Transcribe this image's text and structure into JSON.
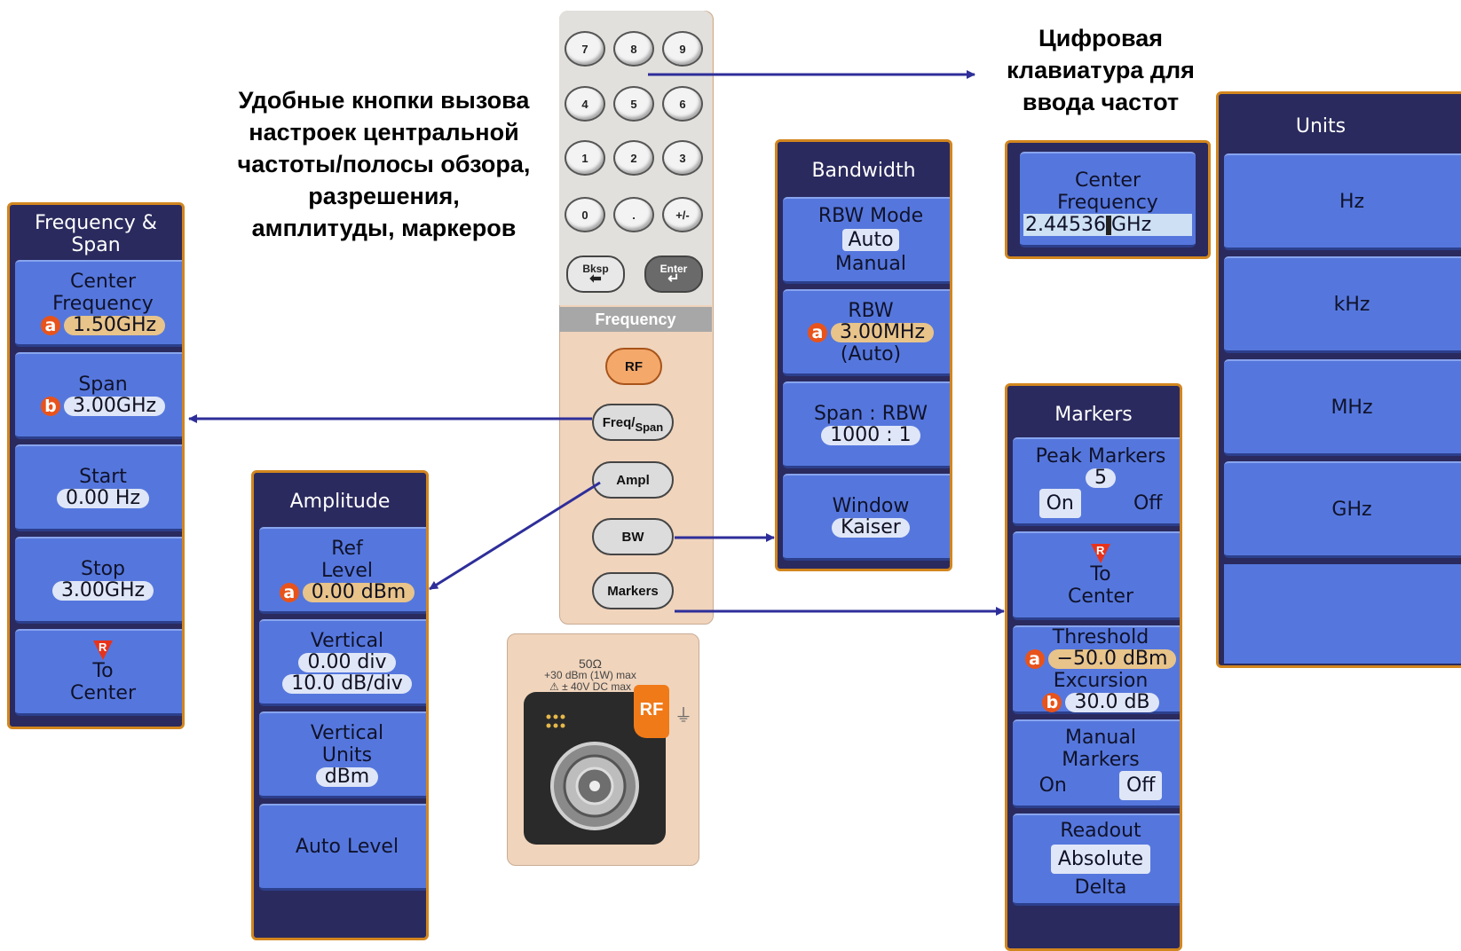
{
  "captions": {
    "left_line1": "Удобные кнопки вызова",
    "left_line2": "настроек центральной",
    "left_line3": "частоты/полосы обзора,",
    "left_line4": "разрешения,",
    "left_line5": "амплитуды, маркеров",
    "right_line1": "Цифровая",
    "right_line2": "клавиатура для",
    "right_line3": "ввода частот"
  },
  "keypad": {
    "keys": [
      "7",
      "8",
      "9",
      "4",
      "5",
      "6",
      "1",
      "2",
      "3",
      "0",
      ".",
      "+/-"
    ],
    "bksp": "Bksp",
    "enter": "Enter",
    "section_label": "Frequency"
  },
  "panel_buttons": {
    "rf": "RF",
    "freq_span_a": "Freq",
    "freq_span_b": "Span",
    "ampl": "Ampl",
    "bw": "BW",
    "markers": "Markers"
  },
  "connector": {
    "impedance": "50Ω",
    "max_power": "+30 dBm (1W) max",
    "max_dc": "± 40V DC max",
    "rf_label": "RF"
  },
  "freq_span_menu": {
    "title_line1": "Frequency &",
    "title_line2": "Span",
    "center_line1": "Center",
    "center_line2": "Frequency",
    "center_tag": "a",
    "center_value": "1.50GHz",
    "span_label": "Span",
    "span_tag": "b",
    "span_value": "3.00GHz",
    "start_label": "Start",
    "start_value": "0.00 Hz",
    "stop_label": "Stop",
    "stop_value": "3.00GHz",
    "marker_glyph": "R",
    "to_label": "To",
    "center_label": "Center"
  },
  "amplitude_menu": {
    "title": "Amplitude",
    "ref_line1": "Ref",
    "ref_line2": "Level",
    "ref_tag": "a",
    "ref_value": "0.00 dBm",
    "vertical_label": "Vertical",
    "vertical_div": "0.00 div",
    "vertical_scale": "10.0 dB/div",
    "units_line1": "Vertical",
    "units_line2": "Units",
    "units_value": "dBm",
    "auto_level": "Auto Level"
  },
  "bandwidth_menu": {
    "title": "Bandwidth",
    "rbw_mode": "RBW Mode",
    "auto": "Auto",
    "manual": "Manual",
    "rbw_label": "RBW",
    "rbw_tag": "a",
    "rbw_value": "3.00MHz",
    "rbw_auto": "(Auto)",
    "span_rbw_label": "Span : RBW",
    "span_rbw_value": "1000 : 1",
    "window_label": "Window",
    "window_value": "Kaiser"
  },
  "center_freq_entry": {
    "line1": "Center",
    "line2": "Frequency",
    "value_num": "2.44536",
    "value_unit": "GHz"
  },
  "units_menu": {
    "title": "Units",
    "hz": "Hz",
    "khz": "kHz",
    "mhz": "MHz",
    "ghz": "GHz"
  },
  "markers_menu": {
    "title": "Markers",
    "peak_label": "Peak Markers",
    "peak_count": "5",
    "on": "On",
    "off": "Off",
    "marker_glyph": "R",
    "to_label": "To",
    "center_label": "Center",
    "threshold_label": "Threshold",
    "threshold_tag": "a",
    "threshold_value": "−50.0 dBm",
    "excursion_label": "Excursion",
    "excursion_tag": "b",
    "excursion_value": "30.0 dB",
    "manual_line1": "Manual",
    "manual_line2": "Markers",
    "manual_on": "On",
    "manual_off": "Off",
    "readout_label": "Readout",
    "absolute": "Absolute",
    "delta": "Delta"
  },
  "colors": {
    "menu_bg": "#2a2a5e",
    "menu_border": "#d2861e",
    "button_blue": "#5577dd",
    "value_pill": "#dfe6f7",
    "active_pill": "#e8c48a",
    "tag_orange": "#e8531b",
    "arrow": "#2e2e9a",
    "panel_beige": "#f0d4bc"
  }
}
